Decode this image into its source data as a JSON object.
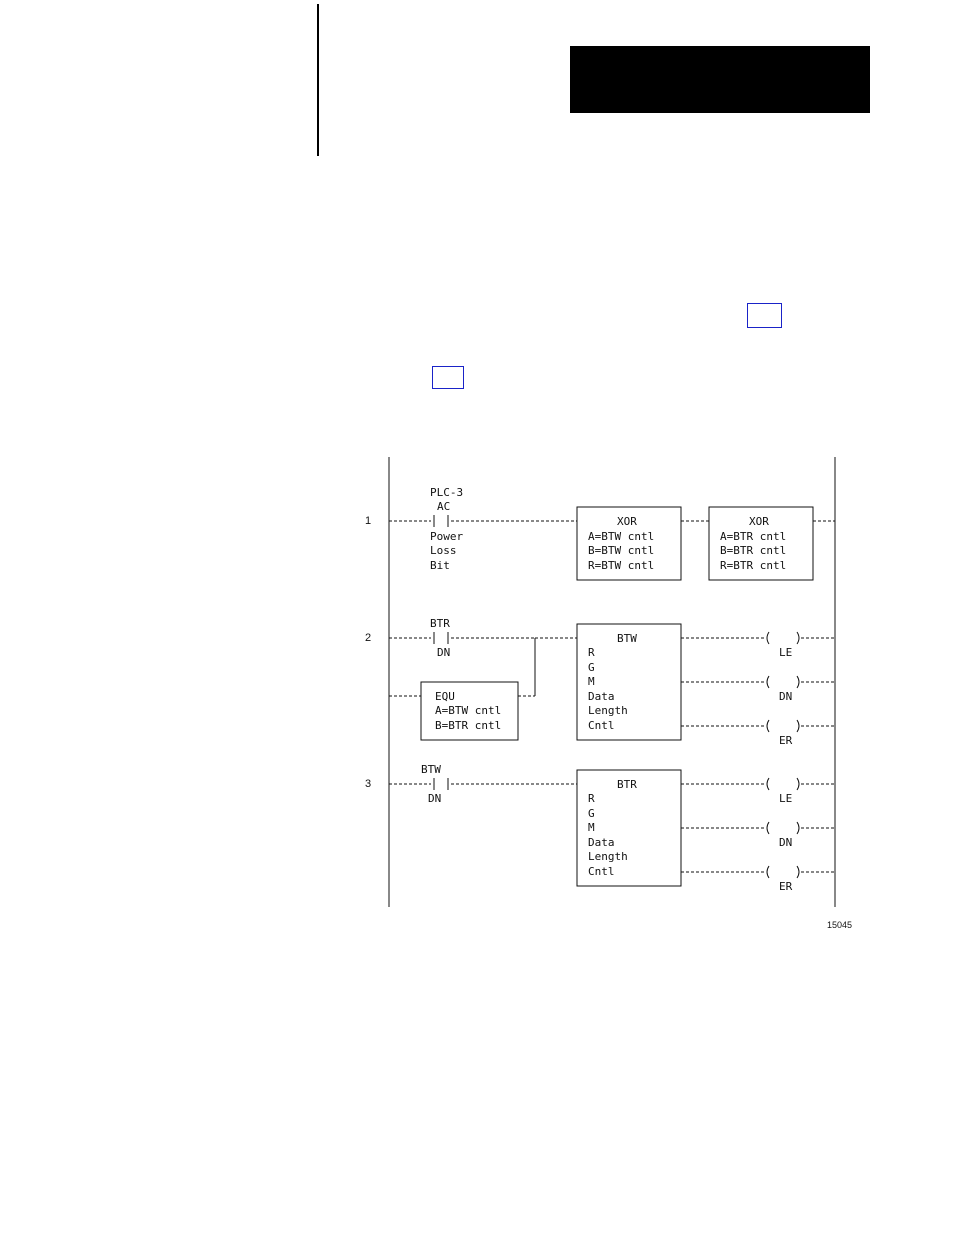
{
  "figure_number": "15045",
  "rungs": [
    {
      "number": "1",
      "contact": {
        "lines": [
          "PLC-3",
          "AC"
        ],
        "label_lines": [
          "Power",
          "Loss",
          "Bit"
        ]
      },
      "blocks": [
        {
          "title": "XOR",
          "lines": [
            "A=BTW cntl",
            "B=BTW cntl",
            "R=BTW cntl"
          ]
        },
        {
          "title": "XOR",
          "lines": [
            "A=BTR cntl",
            "B=BTR cntl",
            "R=BTR cntl"
          ]
        }
      ]
    },
    {
      "number": "2",
      "contact": {
        "lines": [
          "BTR"
        ],
        "label_lines": [
          "DN"
        ]
      },
      "compare": {
        "title": "EQU",
        "lines": [
          "A=BTW cntl",
          "B=BTR cntl"
        ]
      },
      "block": {
        "title": "BTW",
        "lines": [
          "R",
          "G",
          "M",
          "Data",
          "Length",
          "Cntl"
        ]
      },
      "outputs": [
        "LE",
        "DN",
        "ER"
      ]
    },
    {
      "number": "3",
      "contact": {
        "lines": [
          "BTW"
        ],
        "label_lines": [
          "DN"
        ]
      },
      "block": {
        "title": "BTR",
        "lines": [
          "R",
          "G",
          "M",
          "Data",
          "Length",
          "Cntl"
        ]
      },
      "outputs": [
        "LE",
        "DN",
        "ER"
      ]
    }
  ]
}
